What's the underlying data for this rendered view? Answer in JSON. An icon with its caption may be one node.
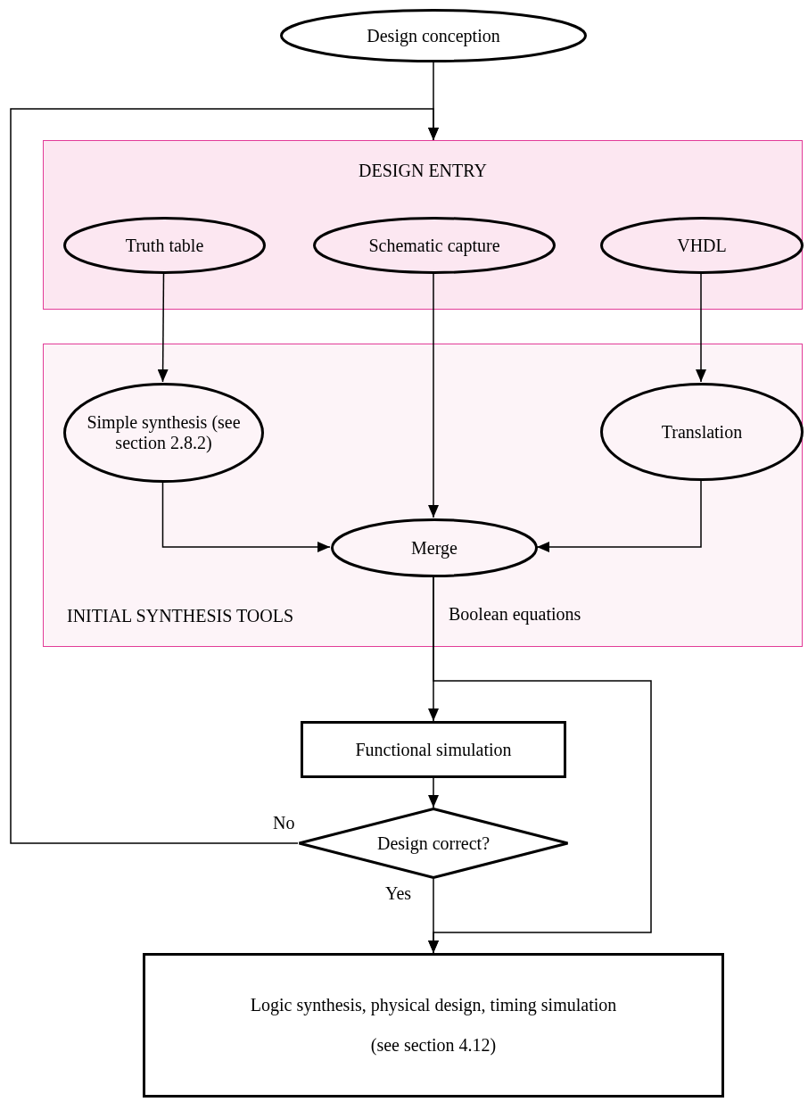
{
  "diagram": {
    "nodes": [
      {
        "text": [
          "Design conception"
        ]
      },
      {
        "text": [
          "DESIGN ENTRY"
        ]
      },
      {
        "text": [
          "Truth table"
        ],
        "in": 1
      },
      {
        "text": [
          "Schematic capture"
        ],
        "in": 1
      },
      {
        "text": [
          "VHDL"
        ],
        "in": 1
      },
      {
        "text": [
          "INITIAL SYNTHESIS TOOLS"
        ]
      },
      {
        "text": [
          "Simple synthesis (see section 2.8.2)"
        ],
        "in": 5
      },
      {
        "text": [
          "Translation"
        ],
        "in": 5
      },
      {
        "text": [
          "Merge"
        ],
        "in": 5
      },
      {
        "text": [
          "Functional simulation"
        ]
      },
      {
        "text": [
          "Design correct?"
        ]
      },
      {
        "text": [
          "Logic synthesis, physical design, timing simulation",
          "(see section 4.12)"
        ]
      }
    ],
    "edges": [
      {
        "from": 0,
        "to": 1,
        "arrow": "to"
      },
      {
        "from": 10,
        "to": 1,
        "arrow": "to",
        "label": "No"
      },
      {
        "from": 2,
        "to": 6,
        "arrow": "to"
      },
      {
        "from": 3,
        "to": 8,
        "arrow": "to"
      },
      {
        "from": 4,
        "to": 7,
        "arrow": "to"
      },
      {
        "from": 6,
        "to": 8,
        "arrow": "to"
      },
      {
        "from": 7,
        "to": 8,
        "arrow": "to"
      },
      {
        "from": 8,
        "to": 9,
        "arrow": "to",
        "label": "Boolean equations"
      },
      {
        "from": 8,
        "to": 11,
        "arrow": "to"
      },
      {
        "from": 9,
        "to": 10,
        "arrow": "to"
      },
      {
        "from": 10,
        "to": 11,
        "arrow": "to",
        "label": "Yes"
      }
    ]
  }
}
